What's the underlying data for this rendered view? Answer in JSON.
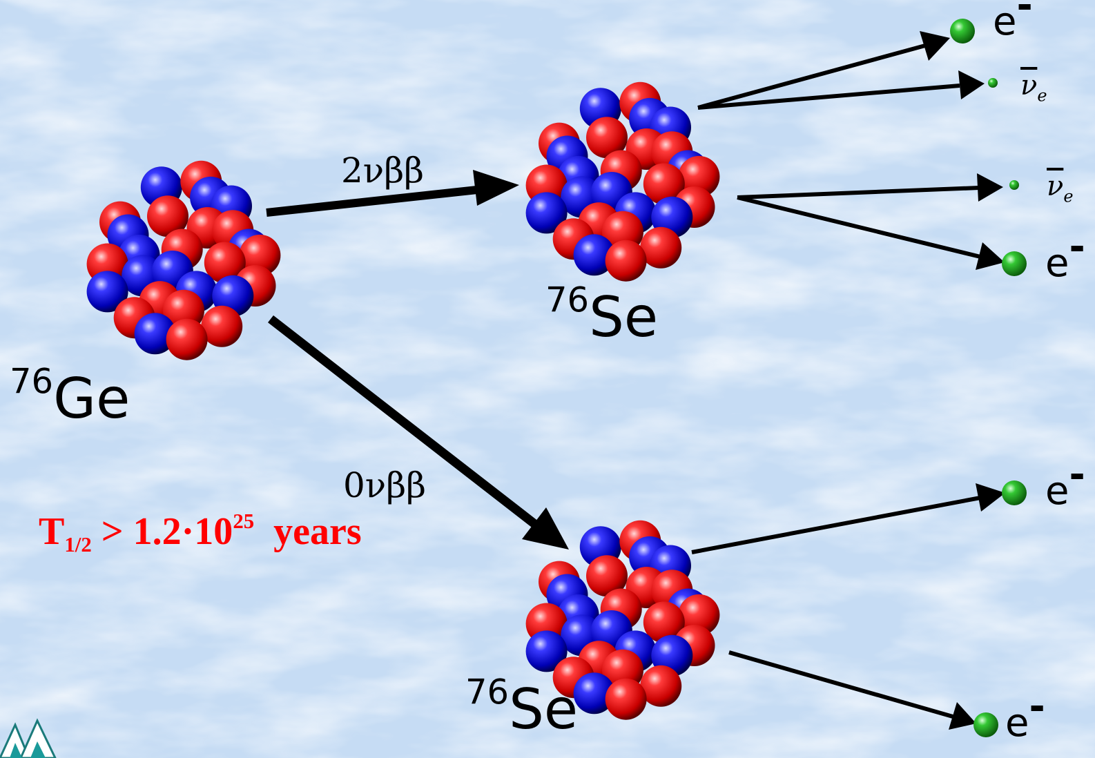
{
  "labels": {
    "parent": {
      "mass_number": "76",
      "element": "Ge"
    },
    "daughter_top": {
      "mass_number": "76",
      "element": "Se"
    },
    "daughter_bottom": {
      "mass_number": "76",
      "element": "Se"
    },
    "process_two_neutrino": "2νββ",
    "process_zero_neutrino": "0νββ",
    "half_life": {
      "symbol": "T",
      "subscript": "1/2",
      "relation": " > 1.2·10",
      "exponent": "25",
      "unit": "  years"
    },
    "electron": {
      "symbol": "e",
      "charge": "-"
    },
    "antineutrino": {
      "symbol": "ν",
      "subscript": "e"
    }
  },
  "colors": {
    "background": "#c6dcf4",
    "proton": "#e51010",
    "neutron": "#1a1ae0",
    "particle": "#22b022",
    "arrow": "#000000",
    "half_life_text": "#ff0000"
  },
  "icons": {
    "corner_logo": "mountain-logo-icon"
  }
}
